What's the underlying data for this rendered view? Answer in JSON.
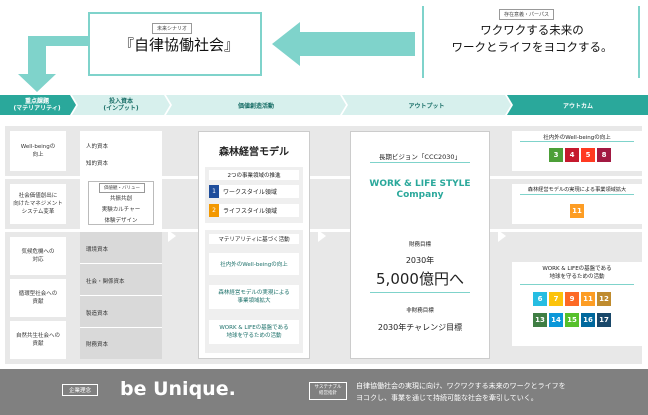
{
  "future": {
    "tag": "未来シナリオ",
    "title": "『自律協働社会』"
  },
  "purpose": {
    "tag": "存在意義・パーパス",
    "line1": "ワクワクする未来の",
    "line2": "ワークとライフをヨコクする。"
  },
  "process": [
    {
      "label": "重点課題\n(マテリアリティ)"
    },
    {
      "label": "投入資本\n(インプット)"
    },
    {
      "label": "価値創造活動"
    },
    {
      "label": "アウトプット"
    },
    {
      "label": "アウトカム"
    }
  ],
  "materiality": [
    "Well-beingの\n向上",
    "社会価値創出に\n向けたマネジメント\nシステム変革",
    "気候危機への\n対応",
    "循環型社会への\n貢献",
    "自然共生社会への\n貢献"
  ],
  "inputs": {
    "top": [
      "人的資本",
      "知的資本"
    ],
    "culture_tag": "価値観・バリュー",
    "culture": [
      "共振共創",
      "実験カルチャー",
      "体験デザイン"
    ],
    "bottom": [
      "環境資本",
      "社会・関係資本",
      "製造資本",
      "財務資本"
    ]
  },
  "model": {
    "title": "森林経営モデル",
    "sub1": "2つの事業領域の推進",
    "d1_num": "1",
    "d1": "ワークスタイル領域",
    "d2_num": "2",
    "d2": "ライフスタイル領域",
    "sub2": "マテリアリティに基づく活動",
    "a1": "社内外のWell-beingの向上",
    "a2": "森林経営モデルの実現による\n事業領域拡大",
    "a3": "WORK & LIFEの基盤である\n地球を守るための活動"
  },
  "output": {
    "vision": "長期ビジョン「CCC2030」",
    "brand1": "WORK & LIFE STYLE",
    "brand2": "Company",
    "fin_label": "財務目標",
    "fin_year": "2030年",
    "fin_value": "5,000億円へ",
    "nonfin_label": "非財務目標",
    "nonfin_value": "2030年チャレンジ目標"
  },
  "outcome": {
    "o1": "社内外のWell-beingの向上",
    "o2": "森林経営モデルの実現による事業領域拡大",
    "o3": "WORK & LIFEの基盤である\n地球を守るための活動"
  },
  "sdgs": {
    "row1": [
      {
        "n": "3",
        "color": "#4c9f38"
      },
      {
        "n": "4",
        "color": "#c5192d"
      },
      {
        "n": "5",
        "color": "#ff3a21"
      },
      {
        "n": "8",
        "color": "#a21942"
      }
    ],
    "row2": [
      {
        "n": "11",
        "color": "#fd9d24"
      }
    ],
    "row3": [
      {
        "n": "6",
        "color": "#26bde2"
      },
      {
        "n": "7",
        "color": "#fcc30b"
      },
      {
        "n": "9",
        "color": "#fd6925"
      },
      {
        "n": "11",
        "color": "#fd9d24"
      },
      {
        "n": "12",
        "color": "#bf8b2e"
      }
    ],
    "row4": [
      {
        "n": "13",
        "color": "#3f7e44"
      },
      {
        "n": "14",
        "color": "#0a97d9"
      },
      {
        "n": "15",
        "color": "#56c02b"
      },
      {
        "n": "16",
        "color": "#00689d"
      },
      {
        "n": "17",
        "color": "#19486a"
      }
    ]
  },
  "footer": {
    "tag1": "企業理念",
    "slogan": "be Unique.",
    "tag2": "サステナブル\n経営指針",
    "text1": "自律協働社会の実現に向け、ワクワクする未来のワークとライフを",
    "text2": "ヨコクし、事業を通じて持続可能な社会を牽引していく。"
  },
  "colors": {
    "teal": "#7fd3cb",
    "tealDark": "#2aa89b",
    "blue": "#1f4e9c",
    "orange": "#f39800",
    "grayFooter": "#808080"
  }
}
